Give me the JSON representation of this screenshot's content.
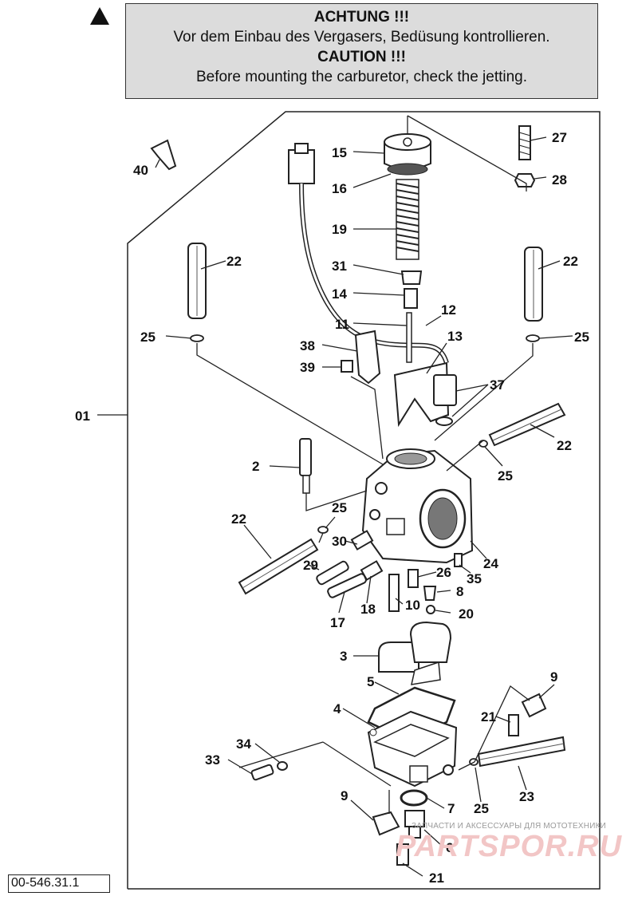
{
  "warning": {
    "title_de": "ACHTUNG !!!",
    "text_de": "Vor dem Einbau des Vergasers, Bedüsung kontrollieren.",
    "title_en": "CAUTION !!!",
    "text_en": "Before mounting the carburetor, check the jetting."
  },
  "document_code": "00-546.31.1",
  "watermark": {
    "tagline": "ЗАПЧАСТИ И АКСЕССУАРЫ ДЛЯ МОТОТЕХНИКИ",
    "brand": "PARTSPOR.RU"
  },
  "callouts": {
    "c01": "01",
    "c2": "2",
    "c3": "3",
    "c4": "4",
    "c5": "5",
    "c6": "6",
    "c7": "7",
    "c8": "8",
    "c9a": "9",
    "c9b": "9",
    "c10": "10",
    "c11": "11",
    "c12": "12",
    "c13": "13",
    "c14": "14",
    "c15": "15",
    "c16": "16",
    "c17": "17",
    "c18": "18",
    "c19": "19",
    "c20": "20",
    "c21a": "21",
    "c21b": "21",
    "c22a": "22",
    "c22b": "22",
    "c22c": "22",
    "c22d": "22",
    "c23": "23",
    "c24": "24",
    "c25a": "25",
    "c25b": "25",
    "c25c": "25",
    "c25d": "25",
    "c25e": "25",
    "c26": "26",
    "c27": "27",
    "c28": "28",
    "c29": "29",
    "c30": "30",
    "c31": "31",
    "c33": "33",
    "c34": "34",
    "c35": "35",
    "c37": "37",
    "c38": "38",
    "c39": "39",
    "c40": "40"
  }
}
